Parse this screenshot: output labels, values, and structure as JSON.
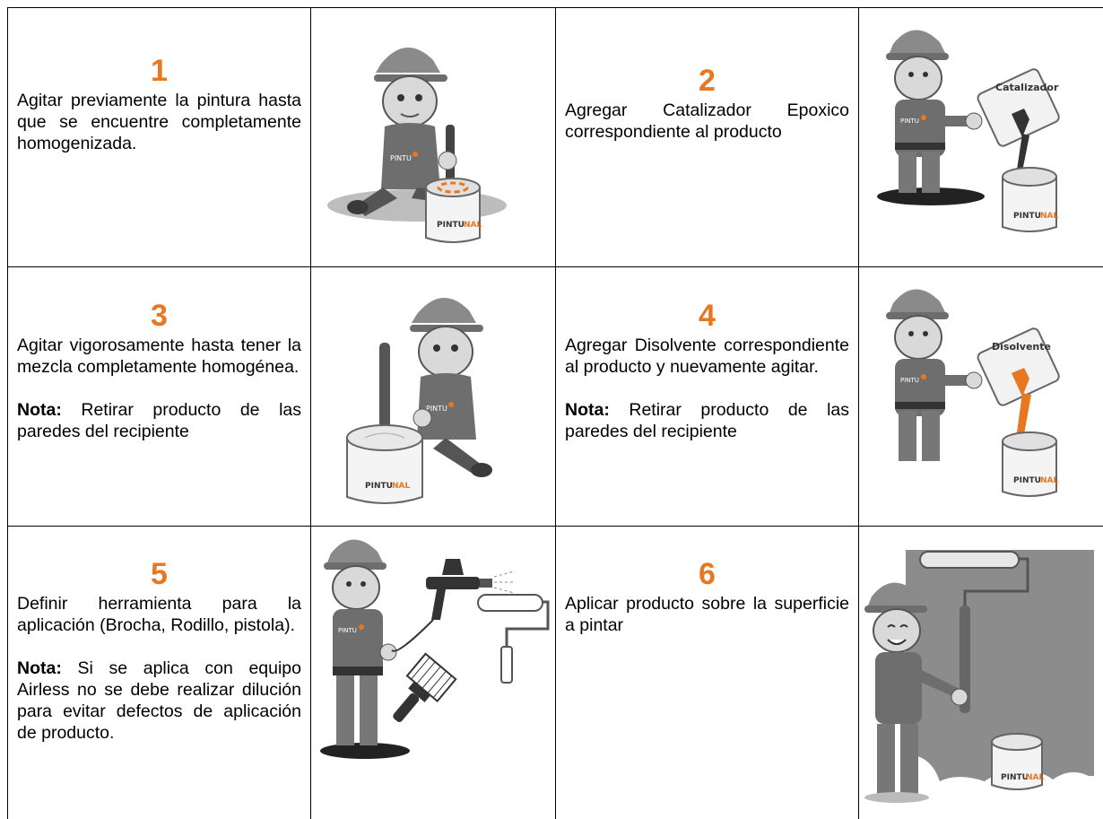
{
  "steps": [
    {
      "number": "1",
      "text": "Agitar previamente la pintura hasta que se encuentre completamente homogenizada.",
      "note_label": "",
      "note_text": "",
      "illustration": "worker-kneeling-stirring-icon"
    },
    {
      "number": "2",
      "text": "Agregar Catalizador Epoxico correspondiente al producto",
      "note_label": "",
      "note_text": "",
      "illustration": "worker-pouring-catalyst-icon",
      "can_label": "Catalizador"
    },
    {
      "number": "3",
      "text": "Agitar vigorosamente hasta tener la mezcla completamente homogénea.",
      "note_label": "Nota:",
      "note_text": " Retirar producto de las paredes del recipiente",
      "illustration": "worker-kneeling-mixing-icon"
    },
    {
      "number": "4",
      "text": "Agregar Disolvente correspondiente al producto y nuevamente agitar.",
      "note_label": "Nota:",
      "note_text": " Retirar producto de las paredes del recipiente",
      "illustration": "worker-pouring-solvent-icon",
      "can_label": "Disolvente"
    },
    {
      "number": "5",
      "text": "Definir herramienta para la aplicación (Brocha, Rodillo, pistola).",
      "note_label": "Nota:",
      "note_text": " Si se aplica con equipo Airless no se debe realizar dilución para evitar defectos de aplicación de producto.",
      "illustration": "worker-with-tools-icon"
    },
    {
      "number": "6",
      "text": "Aplicar producto sobre la superficie a pintar",
      "note_label": "",
      "note_text": "",
      "illustration": "worker-painting-wall-icon"
    }
  ],
  "brand": {
    "logo_text_a": "PINTU",
    "logo_text_b": "NAL",
    "accent_color": "#E87722"
  },
  "colors": {
    "number": "#E87722",
    "border": "#000000"
  }
}
